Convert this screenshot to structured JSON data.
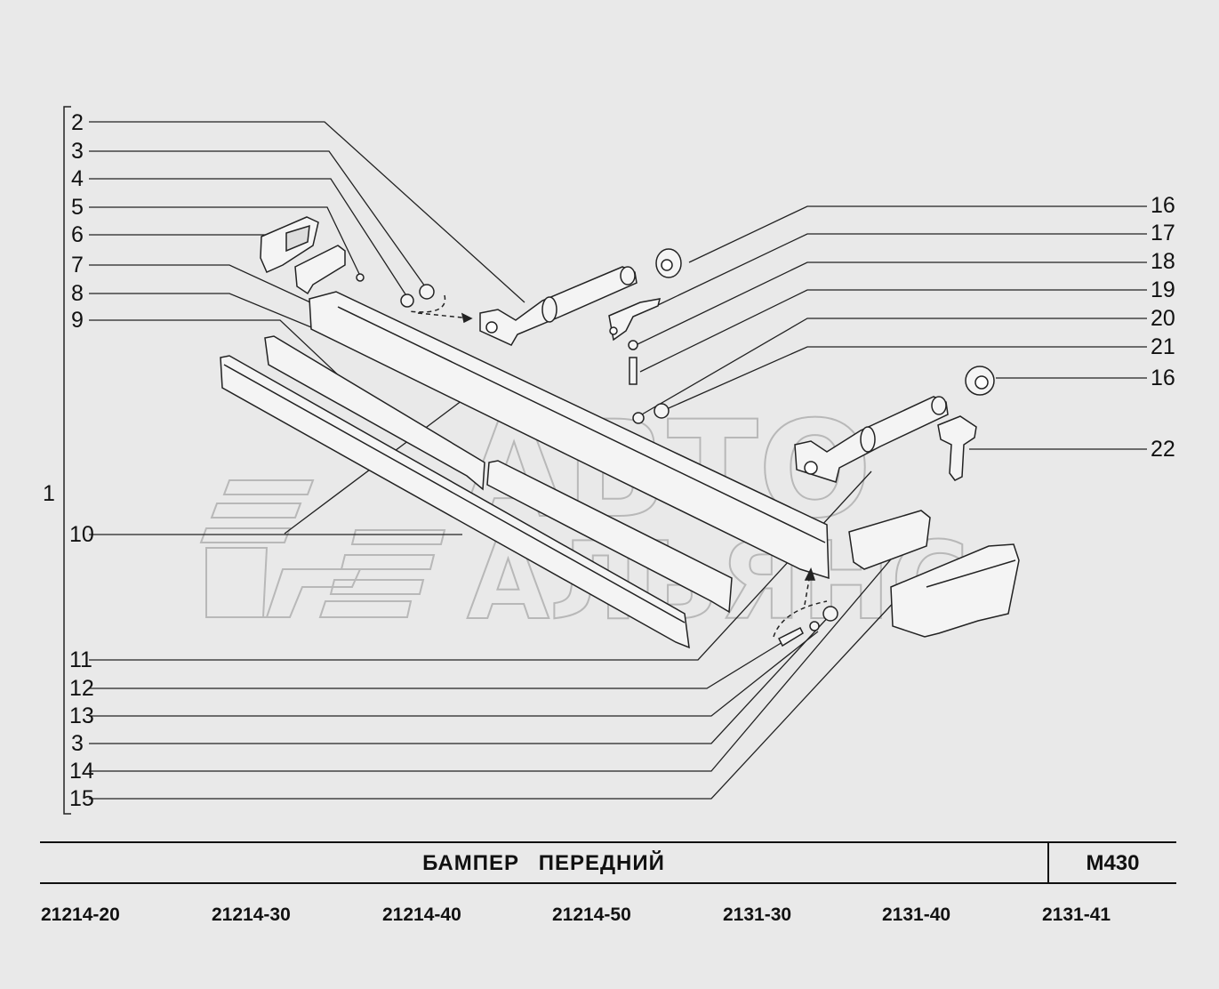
{
  "diagram": {
    "group_label": "1",
    "callouts_left": [
      "2",
      "3",
      "4",
      "5",
      "6",
      "7",
      "8",
      "9",
      "10",
      "11",
      "12",
      "13",
      "3",
      "14",
      "15"
    ],
    "callouts_right": [
      "16",
      "17",
      "18",
      "19",
      "20",
      "21",
      "16",
      "22"
    ]
  },
  "watermark": {
    "line1": "АВТО",
    "line2": "АЛЬЯНС"
  },
  "title": "БАМПЕР   ПЕРЕДНИЙ",
  "code": "М430",
  "models": [
    "21214-20",
    "21214-30",
    "21214-40",
    "21214-50",
    "2131-30",
    "2131-40",
    "2131-41"
  ]
}
